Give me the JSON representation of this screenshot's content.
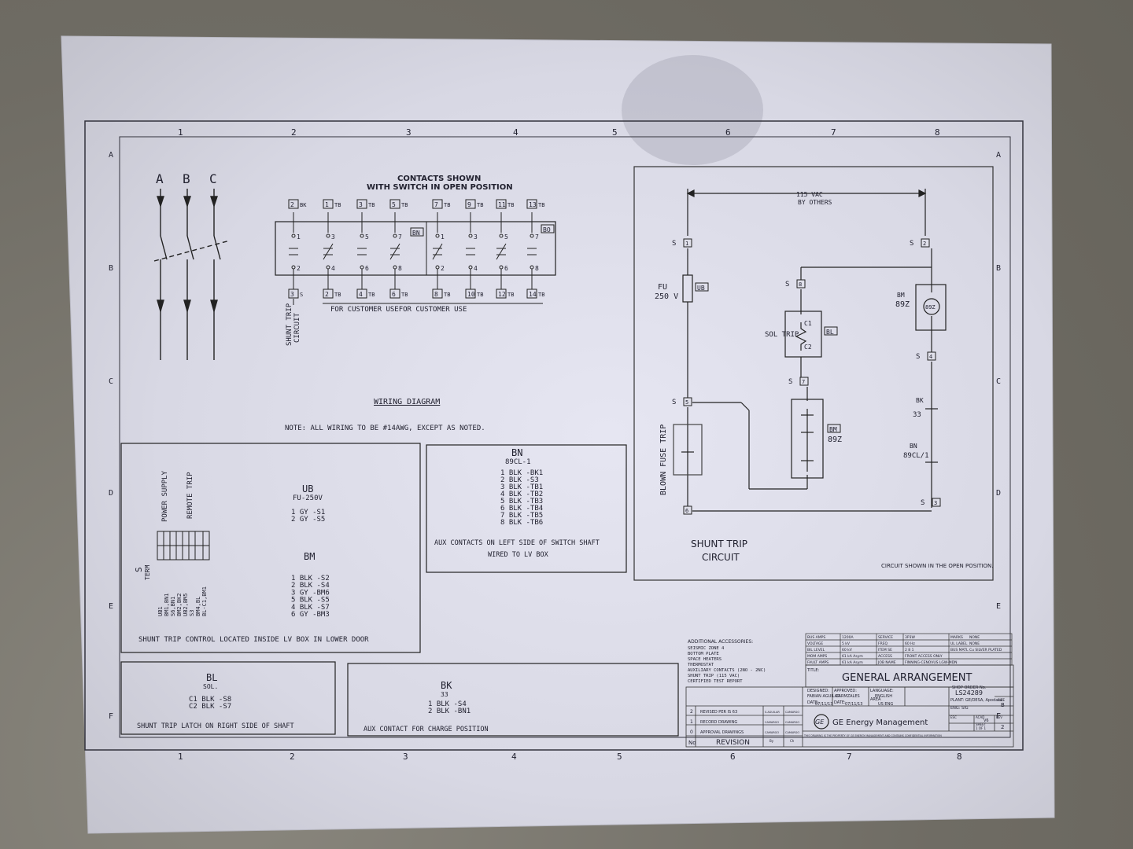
{
  "grid": {
    "columns": [
      "1",
      "2",
      "3",
      "4",
      "5",
      "6",
      "7",
      "8"
    ],
    "rows": [
      "A",
      "B",
      "C",
      "D",
      "E",
      "F"
    ]
  },
  "wiring_diagram": {
    "phases": [
      "A",
      "B",
      "C"
    ],
    "contacts_title_line1": "CONTACTS SHOWN",
    "contacts_title_line2": "WITH SWITCH IN OPEN POSITION",
    "top_terminals": [
      {
        "num": "2",
        "suffix": "BK"
      },
      {
        "num": "1",
        "suffix": "TB"
      },
      {
        "num": "3",
        "suffix": "TB"
      },
      {
        "num": "5",
        "suffix": "TB"
      },
      {
        "num": "7",
        "suffix": "TB"
      },
      {
        "num": "9",
        "suffix": "TB"
      },
      {
        "num": "11",
        "suffix": "TB"
      },
      {
        "num": "13",
        "suffix": "TB"
      }
    ],
    "bottom_terminals": [
      {
        "num": "3",
        "suffix": "S"
      },
      {
        "num": "2",
        "suffix": "TB"
      },
      {
        "num": "4",
        "suffix": "TB"
      },
      {
        "num": "6",
        "suffix": "TB"
      },
      {
        "num": "8",
        "suffix": "TB"
      },
      {
        "num": "10",
        "suffix": "TB"
      },
      {
        "num": "12",
        "suffix": "TB"
      },
      {
        "num": "14",
        "suffix": "TB"
      }
    ],
    "contact_top_numbers": [
      "1",
      "3",
      "5",
      "7",
      "1",
      "3",
      "5",
      "7"
    ],
    "contact_bottom_numbers": [
      "2",
      "4",
      "6",
      "8",
      "2",
      "4",
      "6",
      "8"
    ],
    "tag_left": "BN",
    "tag_right": "BO",
    "shunt_trip_label_line1": "SHUNT TRIP",
    "shunt_trip_label_line2": "CIRCUIT",
    "customer_use": "FOR CUSTOMER USEFOR CUSTOMER USE",
    "title": "WIRING DIAGRAM",
    "note": "NOTE: ALL WIRING TO BE #14AWG, EXCEPT AS NOTED."
  },
  "shunt_circuit": {
    "voltage": "115 VAC",
    "by_others": "BY OTHERS",
    "fuse_label": "FU",
    "fuse_rating": "250 V",
    "fuse_tag": "UB",
    "blown_fuse_trip": "BLOWN FUSE TRIP",
    "sol_trip": "SOL TRIP",
    "sol_tag": "BL",
    "c1": "C1",
    "c2": "C2",
    "bm_tag": "BM",
    "bm_device": "89Z",
    "bm_device_label": "89Z",
    "bk_tag": "BK",
    "bk_device": "33",
    "bn_tag": "BN",
    "bn_device": "89CL/1",
    "s_labels": {
      "s1": "1",
      "s2": "2",
      "s8": "8",
      "s7": "7",
      "s5": "5",
      "s4": "4",
      "s6": "6",
      "s3": "3"
    },
    "title": "SHUNT TRIP",
    "title2": "CIRCUIT",
    "note": "CIRCUIT SHOWN IN THE OPEN POSITION."
  },
  "term_box": {
    "power_supply": "POWER SUPPLY",
    "remote_trip": "REMOTE TRIP",
    "term": "TERM",
    "s": "S",
    "connections": [
      "UB1",
      "BM1,BN1",
      "S6,BN1",
      "BM2,BK2",
      "UB2,BM5",
      "S3",
      "BM4,BL",
      "BL-C1,BM1"
    ],
    "ub_title": "UB",
    "ub_sub": "FU-250V",
    "ub_rows": [
      "1  GY -S1",
      "2  GY -S5"
    ],
    "bm_title": "BM",
    "bm_rows": [
      "1  BLK -S2",
      "2  BLK -S4",
      "3  GY -BM6",
      "5  BLK -S5",
      "4  BLK -S7",
      "6  GY -BM3"
    ],
    "footer": "SHUNT TRIP CONTROL LOCATED INSIDE LV BOX IN LOWER DOOR"
  },
  "bn_box": {
    "title": "BN",
    "sub": "89CL-1",
    "rows": [
      "1  BLK -BK1",
      "2  BLK -S3",
      "3  BLK -TB1",
      "4  BLK -TB2",
      "5  BLK -TB3",
      "6  BLK -TB4",
      "7  BLK -TB5",
      "8  BLK -TB6"
    ],
    "footer1": "AUX CONTACTS ON LEFT SIDE OF SWITCH SHAFT",
    "footer2": "WIRED TO LV BOX"
  },
  "bl_box": {
    "title": "BL",
    "sub": "SOL.",
    "rows": [
      "C1  BLK -S8",
      "C2  BLK -S7"
    ],
    "footer": "SHUNT TRIP LATCH ON RIGHT SIDE OF SHAFT"
  },
  "bk_box": {
    "title": "BK",
    "sub": "33",
    "rows": [
      "1  BLK -S4",
      "2  BLK -BN1"
    ],
    "footer": "AUX CONTACT FOR CHARGE POSITION"
  },
  "accessories": {
    "title": "ADDITIONAL ACCESSORIES:",
    "items": [
      "SEISMIC ZONE 4",
      "BOTTOM PLATE",
      "SPACE HEATERS",
      "THERMOSTAT",
      "AUXILIARY CONTACTS (2NO - 2NC)",
      "SHUNT TRIP (115 VAC)",
      "CERTIFIED TEST REPORT"
    ]
  },
  "ratings": {
    "rows": [
      [
        "BUS AMPS",
        "1200A",
        "SERVICE",
        "3P3W",
        "MARKS",
        "NONE"
      ],
      [
        "VOLTAGE",
        "5 kV",
        "FREQ",
        "60 Hz",
        "UL LABEL",
        "NONE"
      ],
      [
        "BIL LEVEL",
        "60 kV",
        "ITEM SE",
        "2 8 1",
        "BUS MATL",
        "Cu SILVER PLATED"
      ],
      [
        "MOM AMPS",
        "61 kA Asym",
        "ACCESS",
        "FRONT ACCESS ONLY",
        "",
        " "
      ],
      [
        "FAULT AMPS",
        "61 kA Asym",
        "JOB NAME",
        "FINNING-CENOVUS LGW-MDN",
        "",
        ""
      ]
    ],
    "title_label": "TITLE:"
  },
  "title_block": {
    "title": "GENERAL ARRANGEMENT",
    "designed_label": "DESIGNED:",
    "designed": "FABIAN AGUILAR",
    "approved_label": "APPROVED:",
    "approved": "CARMZALES",
    "language_label": "LANGUAGE:",
    "language": "ENGLISH",
    "shop_order_label": "SHOP ORDER No.",
    "shop_order": "LS24289",
    "date_label": "DATE:",
    "date1": "07/11/13",
    "date2": "07/11/13",
    "area_label": "AREA",
    "area": "US ENG",
    "plant": "PLANT: GE/DESA, Apodaca",
    "eng": "ENG: SIG",
    "size_label": "SIZE",
    "size": "B",
    "scale_label": "ESC",
    "acad_label": "ACAD",
    "acad": "V6",
    "rev_label": "REV",
    "rev": "2",
    "sheet_label": "SHEET",
    "sheet": "1 OF 1",
    "company": "GE Energy Management",
    "fine_print": "THIS DRAWING IS THE PROPERTY OF GE ENERGY MANAGEMENT AND CONTAINS CONFIDENTIAL INFORMATION"
  },
  "revisions": {
    "rows": [
      {
        "no": "2",
        "text": "REVISED PER IS 63",
        "by": "S.AGUILAR",
        "ch": "CAMARGO"
      },
      {
        "no": "1",
        "text": "RECORD DRAWING",
        "by": "CAMARGO",
        "ch": "CAMARGO"
      },
      {
        "no": "0",
        "text": "APPROVAL DRAWINGS",
        "by": "CAMARGO",
        "ch": "CAMARGO"
      }
    ],
    "no_header": "No",
    "revision_header": "REVISION",
    "by_header": "By",
    "ch_header": "Ch"
  },
  "colors": {
    "paper": "#dcdce8",
    "ink": "#1e1e24",
    "floor": "#75726a"
  }
}
